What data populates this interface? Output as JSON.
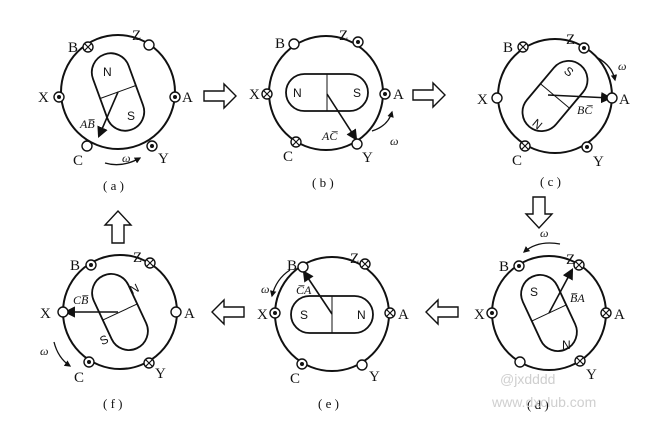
{
  "panels": {
    "a": {
      "caption": "( a )",
      "magnet_poles": [
        "N",
        "S"
      ],
      "vector_label": "AB̅",
      "omega": "ω",
      "terminals": [
        {
          "name": "A",
          "state": "dot"
        },
        {
          "name": "B",
          "state": "cross"
        },
        {
          "name": "C",
          "state": "empty"
        },
        {
          "name": "X",
          "state": "dot"
        },
        {
          "name": "Y",
          "state": "dot"
        },
        {
          "name": "Z",
          "state": "empty"
        }
      ]
    },
    "b": {
      "caption": "( b )",
      "magnet_poles": [
        "N",
        "S"
      ],
      "vector_label": "AC̅",
      "omega": "ω",
      "terminals": [
        {
          "name": "A",
          "state": "dot"
        },
        {
          "name": "B",
          "state": "empty"
        },
        {
          "name": "C",
          "state": "cross"
        },
        {
          "name": "X",
          "state": "cross"
        },
        {
          "name": "Y",
          "state": "empty"
        },
        {
          "name": "Z",
          "state": "dot"
        }
      ]
    },
    "c": {
      "caption": "( c )",
      "magnet_poles": [
        "S",
        "N"
      ],
      "vector_label": "BC̅",
      "omega": "ω",
      "terminals": [
        {
          "name": "A",
          "state": "empty"
        },
        {
          "name": "B",
          "state": "cross"
        },
        {
          "name": "C",
          "state": "cross"
        },
        {
          "name": "X",
          "state": "empty"
        },
        {
          "name": "Y",
          "state": "dot"
        },
        {
          "name": "Z",
          "state": "dot"
        }
      ]
    },
    "d": {
      "caption": "( d )",
      "magnet_poles": [
        "S",
        "N"
      ],
      "vector_label": "B̅A",
      "omega": "ω",
      "terminals": [
        {
          "name": "A",
          "state": "cross"
        },
        {
          "name": "B",
          "state": "dot"
        },
        {
          "name": "C",
          "state": "empty"
        },
        {
          "name": "X",
          "state": "dot"
        },
        {
          "name": "Y",
          "state": "cross"
        },
        {
          "name": "Z",
          "state": "cross"
        }
      ]
    },
    "e": {
      "caption": "( e )",
      "magnet_poles": [
        "S",
        "N"
      ],
      "vector_label": "C̅A",
      "omega": "ω",
      "terminals": [
        {
          "name": "A",
          "state": "cross"
        },
        {
          "name": "B",
          "state": "empty"
        },
        {
          "name": "C",
          "state": "dot"
        },
        {
          "name": "X",
          "state": "dot"
        },
        {
          "name": "Y",
          "state": "empty"
        },
        {
          "name": "Z",
          "state": "cross"
        }
      ]
    },
    "f": {
      "caption": "( f )",
      "magnet_poles": [
        "N",
        "S"
      ],
      "vector_label": "CB̅",
      "omega": "ω",
      "terminals": [
        {
          "name": "A",
          "state": "empty"
        },
        {
          "name": "B",
          "state": "dot"
        },
        {
          "name": "C",
          "state": "dot"
        },
        {
          "name": "X",
          "state": "empty"
        },
        {
          "name": "Y",
          "state": "cross"
        },
        {
          "name": "Z",
          "state": "cross"
        }
      ]
    }
  },
  "watermark": {
    "line1": "@jxdddd",
    "line2": "www.dxclub.com"
  }
}
